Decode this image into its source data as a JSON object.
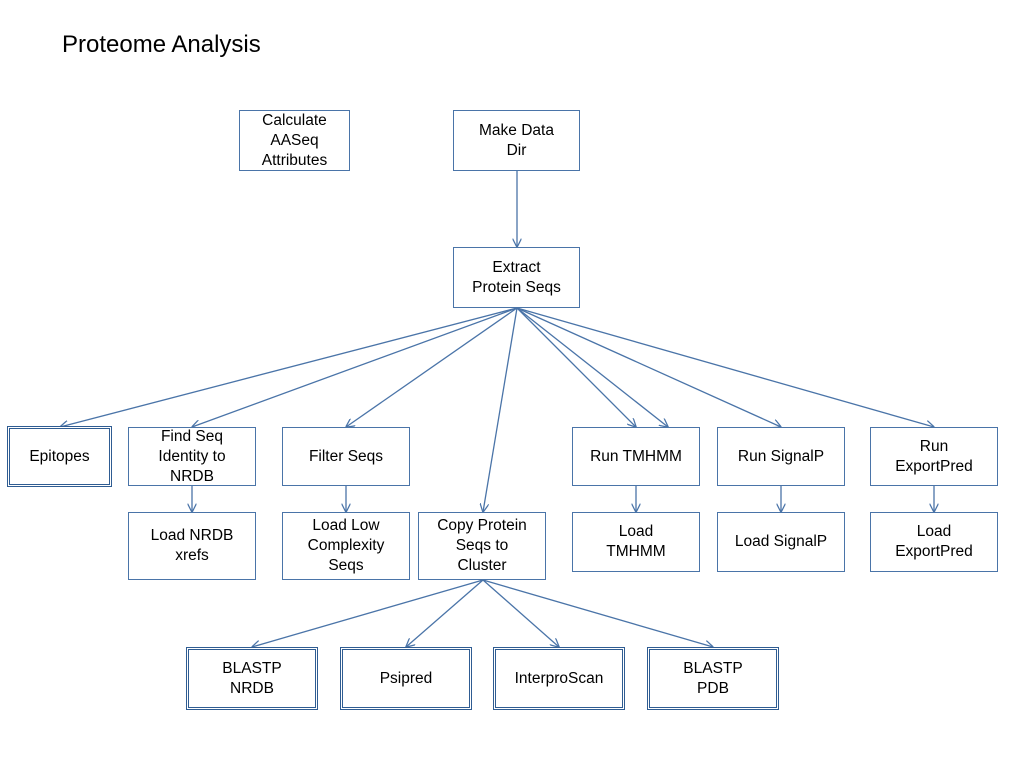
{
  "page": {
    "title": "Proteome Analysis"
  },
  "colors": {
    "edge": "#4a74a8",
    "border": "#4a74a8"
  },
  "nodes": [
    {
      "id": "calc",
      "label": "Calculate\nAASeq\nAttributes",
      "style": "single"
    },
    {
      "id": "makedir",
      "label": "Make Data\nDir",
      "style": "single"
    },
    {
      "id": "extract",
      "label": "Extract\nProtein Seqs",
      "style": "single"
    },
    {
      "id": "epitopes",
      "label": "Epitopes",
      "style": "double"
    },
    {
      "id": "findseq",
      "label": "Find Seq\nIdentity to\nNRDB",
      "style": "single"
    },
    {
      "id": "filter",
      "label": "Filter Seqs",
      "style": "single"
    },
    {
      "id": "tmhmm",
      "label": "Run TMHMM",
      "style": "single"
    },
    {
      "id": "signalp",
      "label": "Run SignalP",
      "style": "single"
    },
    {
      "id": "exportpred",
      "label": "Run\nExportPred",
      "style": "single"
    },
    {
      "id": "loadnrdb",
      "label": "Load NRDB\nxrefs",
      "style": "single"
    },
    {
      "id": "loadlow",
      "label": "Load Low\nComplexity\nSeqs",
      "style": "single"
    },
    {
      "id": "copy",
      "label": "Copy Protein\nSeqs to\nCluster",
      "style": "single"
    },
    {
      "id": "loadtmhmm",
      "label": "Load\nTMHMM",
      "style": "single"
    },
    {
      "id": "loadsignalp",
      "label": "Load SignalP",
      "style": "single"
    },
    {
      "id": "loadexport",
      "label": "Load\nExportPred",
      "style": "single"
    },
    {
      "id": "blastnrdb",
      "label": "BLASTP\nNRDB",
      "style": "double"
    },
    {
      "id": "psipred",
      "label": "Psipred",
      "style": "double"
    },
    {
      "id": "interpro",
      "label": "InterproScan",
      "style": "double"
    },
    {
      "id": "blastpdb",
      "label": "BLASTP\nPDB",
      "style": "double"
    }
  ],
  "edges": [
    {
      "from": "makedir",
      "to": "extract"
    },
    {
      "from": "extract",
      "to": "epitopes"
    },
    {
      "from": "extract",
      "to": "findseq"
    },
    {
      "from": "extract",
      "to": "filter"
    },
    {
      "from": "extract",
      "to": "copy"
    },
    {
      "from": "extract",
      "to": "tmhmm"
    },
    {
      "from": "extract",
      "to": "tmhmm"
    },
    {
      "from": "extract",
      "to": "signalp"
    },
    {
      "from": "extract",
      "to": "exportpred"
    },
    {
      "from": "findseq",
      "to": "loadnrdb"
    },
    {
      "from": "filter",
      "to": "loadlow"
    },
    {
      "from": "tmhmm",
      "to": "loadtmhmm"
    },
    {
      "from": "signalp",
      "to": "loadsignalp"
    },
    {
      "from": "exportpred",
      "to": "loadexport"
    },
    {
      "from": "copy",
      "to": "blastnrdb"
    },
    {
      "from": "copy",
      "to": "psipred"
    },
    {
      "from": "copy",
      "to": "interpro"
    },
    {
      "from": "copy",
      "to": "blastpdb"
    }
  ]
}
